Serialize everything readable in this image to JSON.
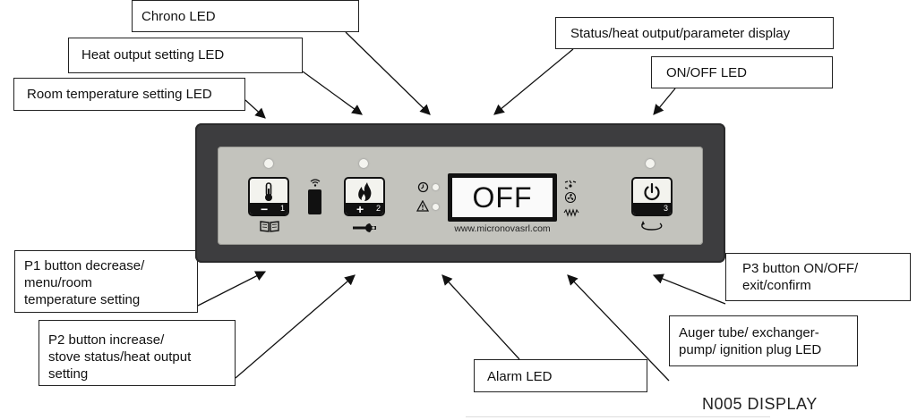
{
  "callouts": {
    "chrono_led": "Chrono LED",
    "heat_output_led": "Heat output setting LED",
    "room_temp_led": "Room temperature setting LED",
    "status_display": "Status/heat output/parameter display",
    "onoff_led": "ON/OFF LED",
    "p1_button": "P1 button decrease/\nmenu/room\ntemperature setting",
    "p2_button": "P2 button increase/\nstove status/heat output\nsetting",
    "alarm_led": "Alarm LED",
    "auger_led": "Auger tube/ exchanger-\npump/ ignition plug LED",
    "p3_button": "P3 button ON/OFF/\nexit/confirm"
  },
  "panel": {
    "display_text": "OFF",
    "website": "www.micronovasrl.com",
    "btn1_number": "1",
    "btn2_number": "2",
    "btn3_number": "3",
    "btn1_sign": "−",
    "btn2_sign": "+"
  },
  "footer_title": "N005 DISPLAY",
  "icons": {
    "btn1": "thermometer-icon",
    "btn2": "flame-icon",
    "btn3": "power-icon",
    "chrono": "clock-icon",
    "alarm": "warning-icon",
    "menu": "book-icon",
    "settings": "wrench-icon",
    "cycle": "cycle-arrow-icon",
    "auger": "auger-icon",
    "fan": "fan-icon",
    "ignition": "ignition-icon",
    "signal": "wifi-icon"
  }
}
